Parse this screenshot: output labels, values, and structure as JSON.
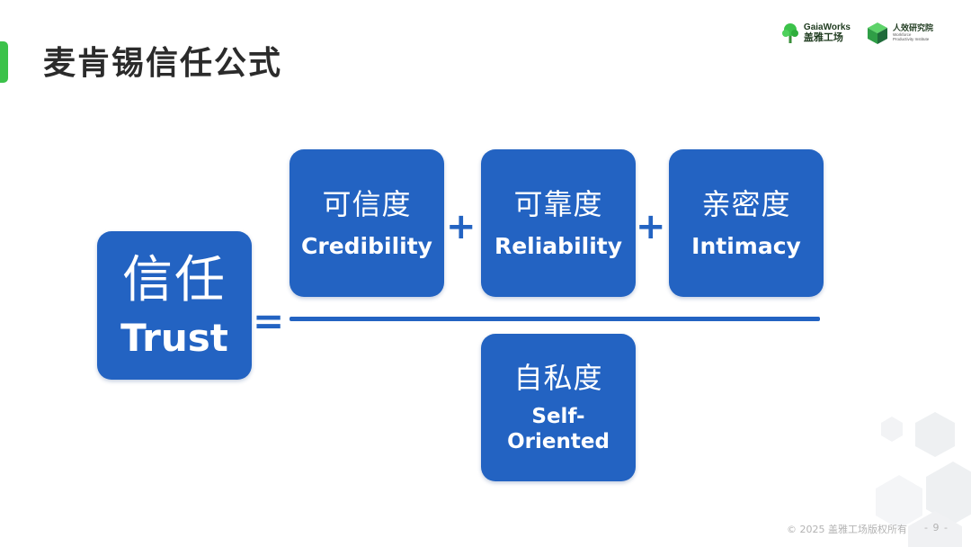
{
  "page": {
    "title": "麦肯锡信任公式"
  },
  "logos": {
    "gaia_name": "GaiaWorks",
    "gaia_cn": "盖雅工场",
    "institute_cn": "人效研究院",
    "institute_en_1": "Workforce",
    "institute_en_2": "Productivity Institute"
  },
  "formula": {
    "result": {
      "cn": "信任",
      "en": "Trust"
    },
    "equals": "=",
    "plus": "+",
    "numerator": [
      {
        "cn": "可信度",
        "en": "Credibility"
      },
      {
        "cn": "可靠度",
        "en": "Reliability"
      },
      {
        "cn": "亲密度",
        "en": "Intimacy"
      }
    ],
    "denominator": {
      "cn": "自私度",
      "en_line1": "Self-",
      "en_line2": "Oriented"
    }
  },
  "footer": {
    "copyright": "© 2025 盖雅工场版权所有",
    "page_number": "- 9 -"
  },
  "colors": {
    "box_blue": "#2363c2",
    "accent_green": "#3cc24a"
  }
}
